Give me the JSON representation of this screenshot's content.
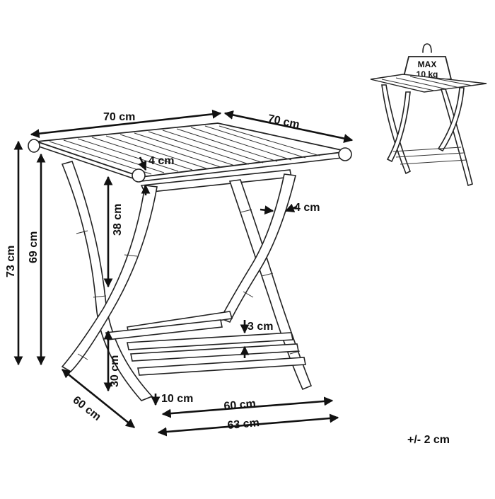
{
  "dimensions": {
    "table_width": "70 cm",
    "table_depth": "70 cm",
    "total_height": "73 cm",
    "leg_height": "69 cm",
    "apron_depth": "38 cm",
    "tube_diameter_top": "4 cm",
    "tube_diameter_leg": "4 cm",
    "shelf_bar": "3 cm",
    "shelf_height": "30 cm",
    "shelf_bar_gap": "10 cm",
    "shelf_width": "60 cm",
    "base_width": "63 cm",
    "base_depth": "60 cm"
  },
  "load_badge": {
    "line1": "MAX",
    "line2": "10 kg"
  },
  "tolerance": "+/- 2 cm"
}
